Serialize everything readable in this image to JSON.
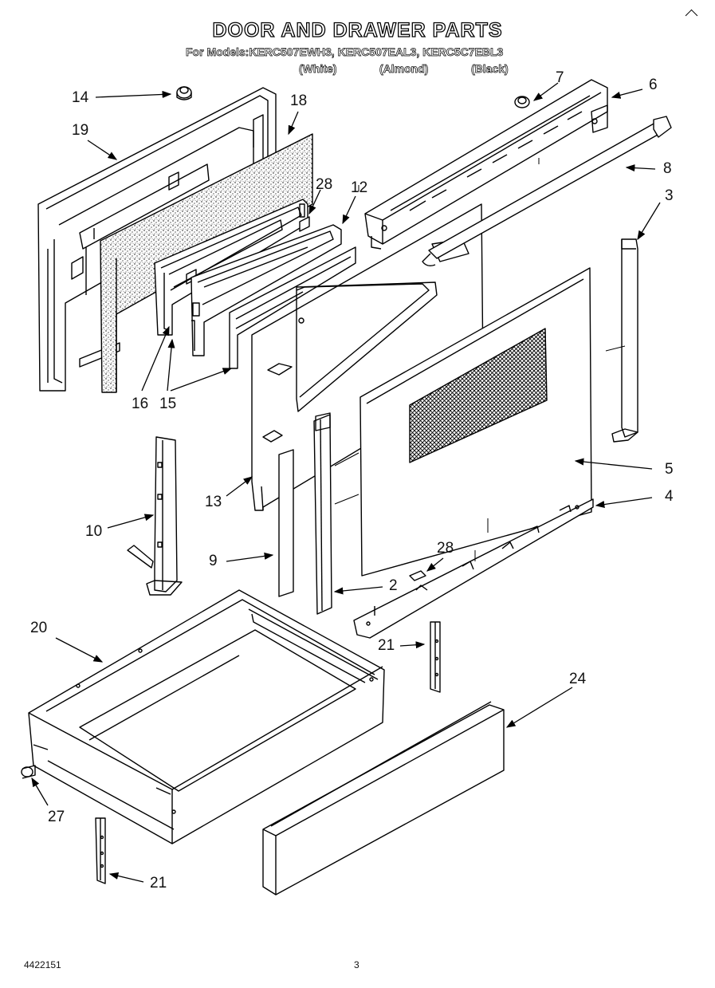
{
  "title": "DOOR AND DRAWER PARTS",
  "models_line": "For Models:KERC507EWH3, KERC507EAL3, KERC5C7EBL3",
  "variants": [
    "(White)",
    "(Almond)",
    "(Black)"
  ],
  "callouts": [
    "14",
    "19",
    "18",
    "28",
    "12",
    "7",
    "6",
    "8",
    "3",
    "16",
    "15",
    "13",
    "5",
    "10",
    "4",
    "9",
    "28",
    "2",
    "20",
    "21",
    "24",
    "27",
    "21"
  ],
  "footer": {
    "part_number": "4422151",
    "page_number": "3"
  }
}
